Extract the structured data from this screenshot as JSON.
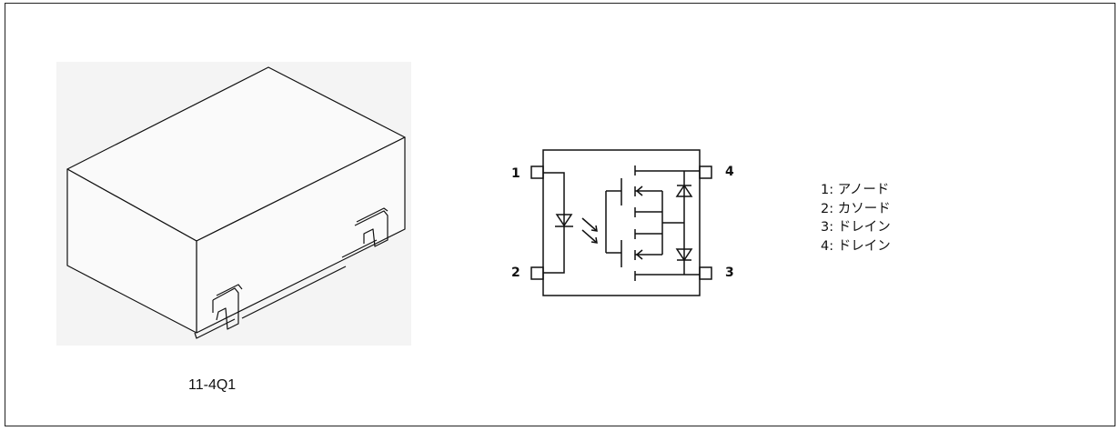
{
  "package": {
    "label": "11-4Q1"
  },
  "schematic": {
    "pin_numbers": [
      "1",
      "2",
      "3",
      "4"
    ]
  },
  "pin_descriptions": [
    "1: アノード",
    "2: カソード",
    "3: ドレイン",
    "4: ドレイン"
  ],
  "colors": {
    "line": "#111111",
    "background": "#ffffff",
    "package_bg": "#f4f4f4"
  }
}
